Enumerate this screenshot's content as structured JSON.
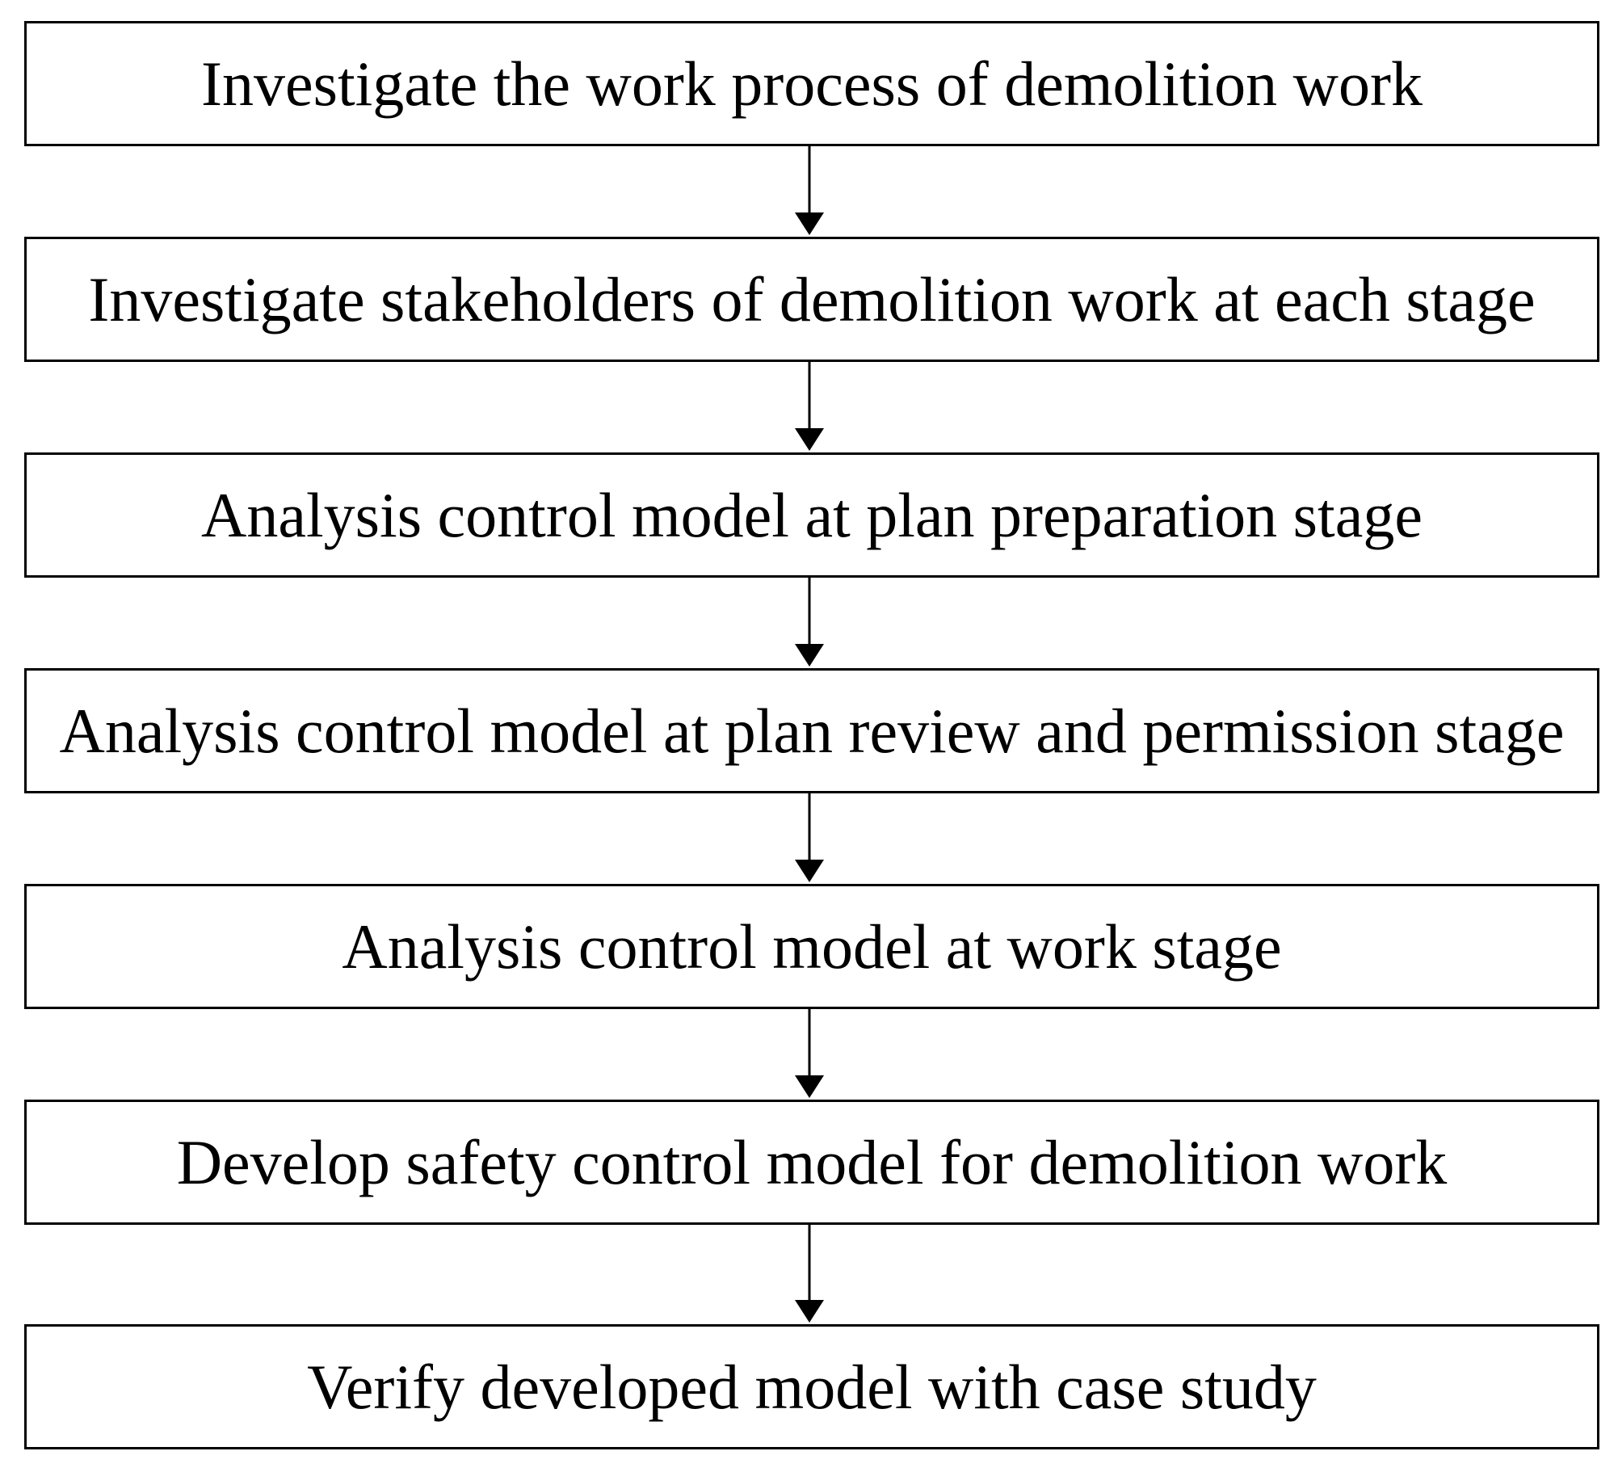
{
  "diagram": {
    "type": "vertical flowchart",
    "steps": [
      {
        "label": "Investigate the work process of demolition work"
      },
      {
        "label": "Investigate stakeholders of demolition work at each stage"
      },
      {
        "label": "Analysis control model at plan preparation stage"
      },
      {
        "label": "Analysis control model at plan review and permission stage"
      },
      {
        "label": "Analysis control model at work stage"
      },
      {
        "label": "Develop safety control model for demolition work"
      },
      {
        "label": "Verify developed model with case study"
      }
    ],
    "edges": [
      {
        "from": 0,
        "to": 1
      },
      {
        "from": 1,
        "to": 2
      },
      {
        "from": 2,
        "to": 3
      },
      {
        "from": 3,
        "to": 4
      },
      {
        "from": 4,
        "to": 5
      },
      {
        "from": 5,
        "to": 6
      }
    ],
    "colors": {
      "stroke": "#000000",
      "fill": "#ffffff",
      "text": "#000000"
    }
  }
}
